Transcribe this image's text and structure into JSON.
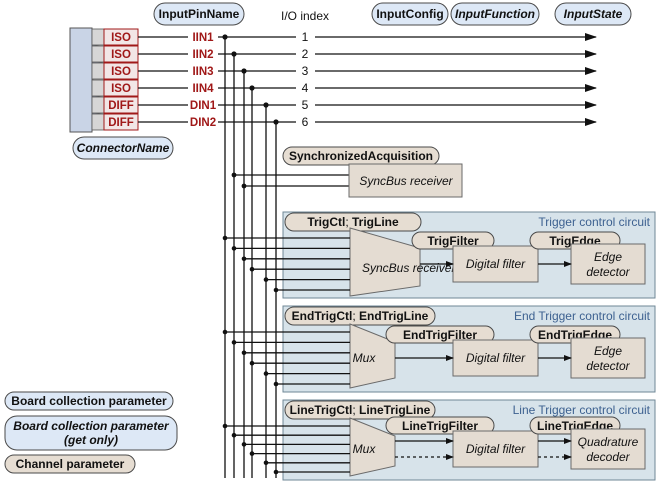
{
  "header": {
    "input_pin_name": "InputPinName",
    "io_index": "I/O index",
    "input_config": "InputConfig",
    "input_function": "InputFunction",
    "input_state": "InputState"
  },
  "connector": {
    "name": "ConnectorName",
    "configs": [
      "ISO",
      "ISO",
      "ISO",
      "ISO",
      "DIFF",
      "DIFF"
    ]
  },
  "pins": [
    {
      "name": "IIN1",
      "index": "1"
    },
    {
      "name": "IIN2",
      "index": "2"
    },
    {
      "name": "IIN3",
      "index": "3"
    },
    {
      "name": "IIN4",
      "index": "4"
    },
    {
      "name": "DIN1",
      "index": "5"
    },
    {
      "name": "DIN2",
      "index": "6"
    }
  ],
  "sync": {
    "param": "SynchronizedAcquisition",
    "receiver": "SyncBus receiver"
  },
  "trigger": {
    "title": "Trigger control circuit",
    "param_a": "TrigCtl",
    "sep": ";",
    "param_b": "TrigLine",
    "input_block": "SyncBus receiver",
    "filter_param": "TrigFilter",
    "filter_block": "Digital filter",
    "edge_param": "TrigEdge",
    "edge_block_l1": "Edge",
    "edge_block_l2": "detector"
  },
  "end_trigger": {
    "title": "End Trigger control circuit",
    "param_a": "EndTrigCtl",
    "sep": ";",
    "param_b": "EndTrigLine",
    "input_block": "Mux",
    "filter_param": "EndTrigFilter",
    "filter_block": "Digital filter",
    "edge_param": "EndTrigEdge",
    "edge_block_l1": "Edge",
    "edge_block_l2": "detector"
  },
  "line_trigger": {
    "title": "Line Trigger control circuit",
    "param_a": "LineTrigCtl",
    "sep": ";",
    "param_b": "LineTrigLine",
    "input_block": "Mux",
    "filter_param": "LineTrigFilter",
    "filter_block": "Digital filter",
    "edge_param": "LineTrigEdge",
    "edge_block_l1": "Quadrature",
    "edge_block_l2": "decoder"
  },
  "legend": {
    "board": "Board collection parameter",
    "board_ro_l1": "Board collection parameter",
    "board_ro_l2": "(get only)",
    "channel": "Channel parameter"
  },
  "colors": {
    "board_fill": "#dde8f6",
    "channel_fill": "#e6ddd2",
    "panel_fill": "#d7e3ea",
    "pin_red": "#a01818",
    "circuit_title": "#3d6190"
  }
}
